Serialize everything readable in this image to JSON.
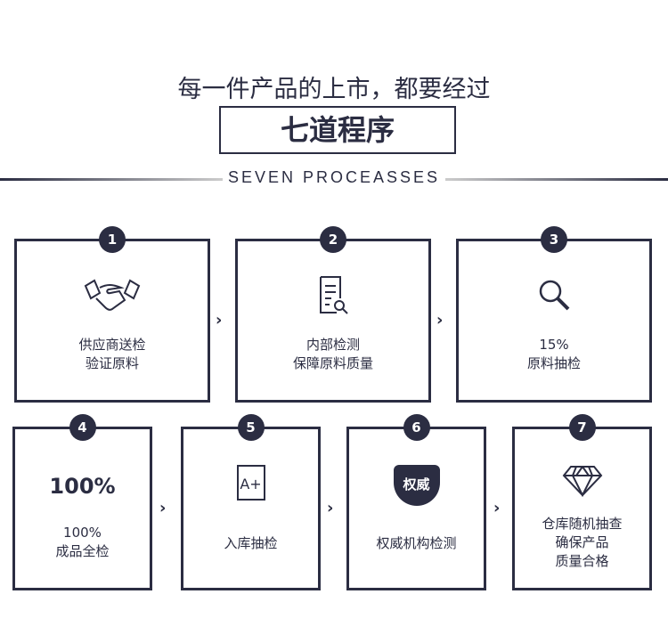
{
  "header": {
    "subtitle": "每一件产品的上市，都要经过",
    "title": "七道程序",
    "english": "SEVEN PROCEASSES"
  },
  "steps": [
    {
      "num": "1",
      "icon": "handshake-icon",
      "lines": [
        "供应商送检",
        "验证原料"
      ]
    },
    {
      "num": "2",
      "icon": "document-search-icon",
      "lines": [
        "内部检测",
        "保障原料质量"
      ]
    },
    {
      "num": "3",
      "icon": "magnifier-icon",
      "lines": [
        "15%",
        "原料抽检"
      ]
    },
    {
      "num": "4",
      "icon": "100-percent-icon",
      "icon_text": "100%",
      "lines": [
        "100%",
        "成品全检"
      ]
    },
    {
      "num": "5",
      "icon": "a-plus-document-icon",
      "icon_text": "A+",
      "lines": [
        "入库抽检"
      ]
    },
    {
      "num": "6",
      "icon": "shield-badge-icon",
      "icon_text": "权威",
      "lines": [
        "权威机构检测"
      ]
    },
    {
      "num": "7",
      "icon": "diamond-icon",
      "lines": [
        "仓库随机抽查",
        "确保产品",
        "质量合格"
      ]
    }
  ],
  "arrow": "›"
}
